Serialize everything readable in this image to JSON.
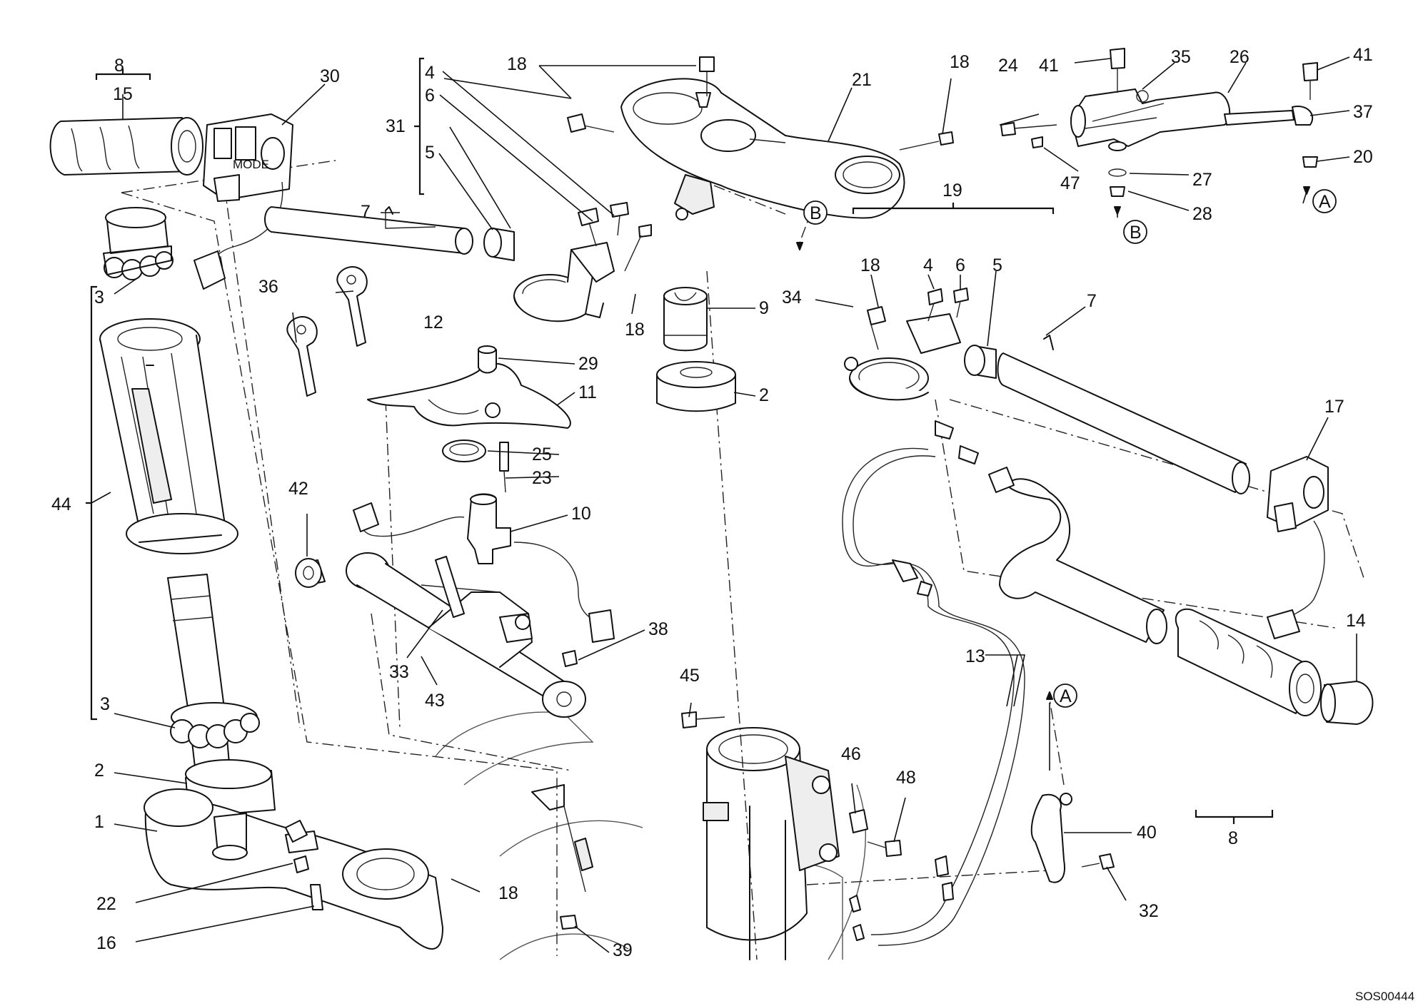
{
  "drawing_code": "SOS00444",
  "callouts": {
    "n1": "1",
    "n2a": "2",
    "n2b": "2",
    "n3a": "3",
    "n3b": "3",
    "n4a": "4",
    "n4b": "4",
    "n5a": "5",
    "n5b": "5",
    "n6a": "6",
    "n6b": "6",
    "n7a": "7",
    "n7b": "7",
    "n8a": "8",
    "n8b": "8",
    "n9": "9",
    "n10": "10",
    "n11": "11",
    "n12": "12",
    "n13": "13",
    "n14": "14",
    "n15": "15",
    "n16": "16",
    "n17": "17",
    "n18a": "18",
    "n18b": "18",
    "n18c": "18",
    "n18d": "18",
    "n18e": "18",
    "n19": "19",
    "n20": "20",
    "n21": "21",
    "n22": "22",
    "n23": "23",
    "n24": "24",
    "n25": "25",
    "n26": "26",
    "n27": "27",
    "n28": "28",
    "n29": "29",
    "n30": "30",
    "n31": "31",
    "n32": "32",
    "n33": "33",
    "n34": "34",
    "n35": "35",
    "n36": "36",
    "n37": "37",
    "n38": "38",
    "n39": "39",
    "n40": "40",
    "n41a": "41",
    "n41b": "41",
    "n42": "42",
    "n43": "43",
    "n44": "44",
    "n45": "45",
    "n46": "46",
    "n47": "47",
    "n48": "48"
  },
  "refs": {
    "a1": "A",
    "a2": "A",
    "b1": "B",
    "b2": "B"
  },
  "switch_text": {
    "mode": "MODE"
  }
}
